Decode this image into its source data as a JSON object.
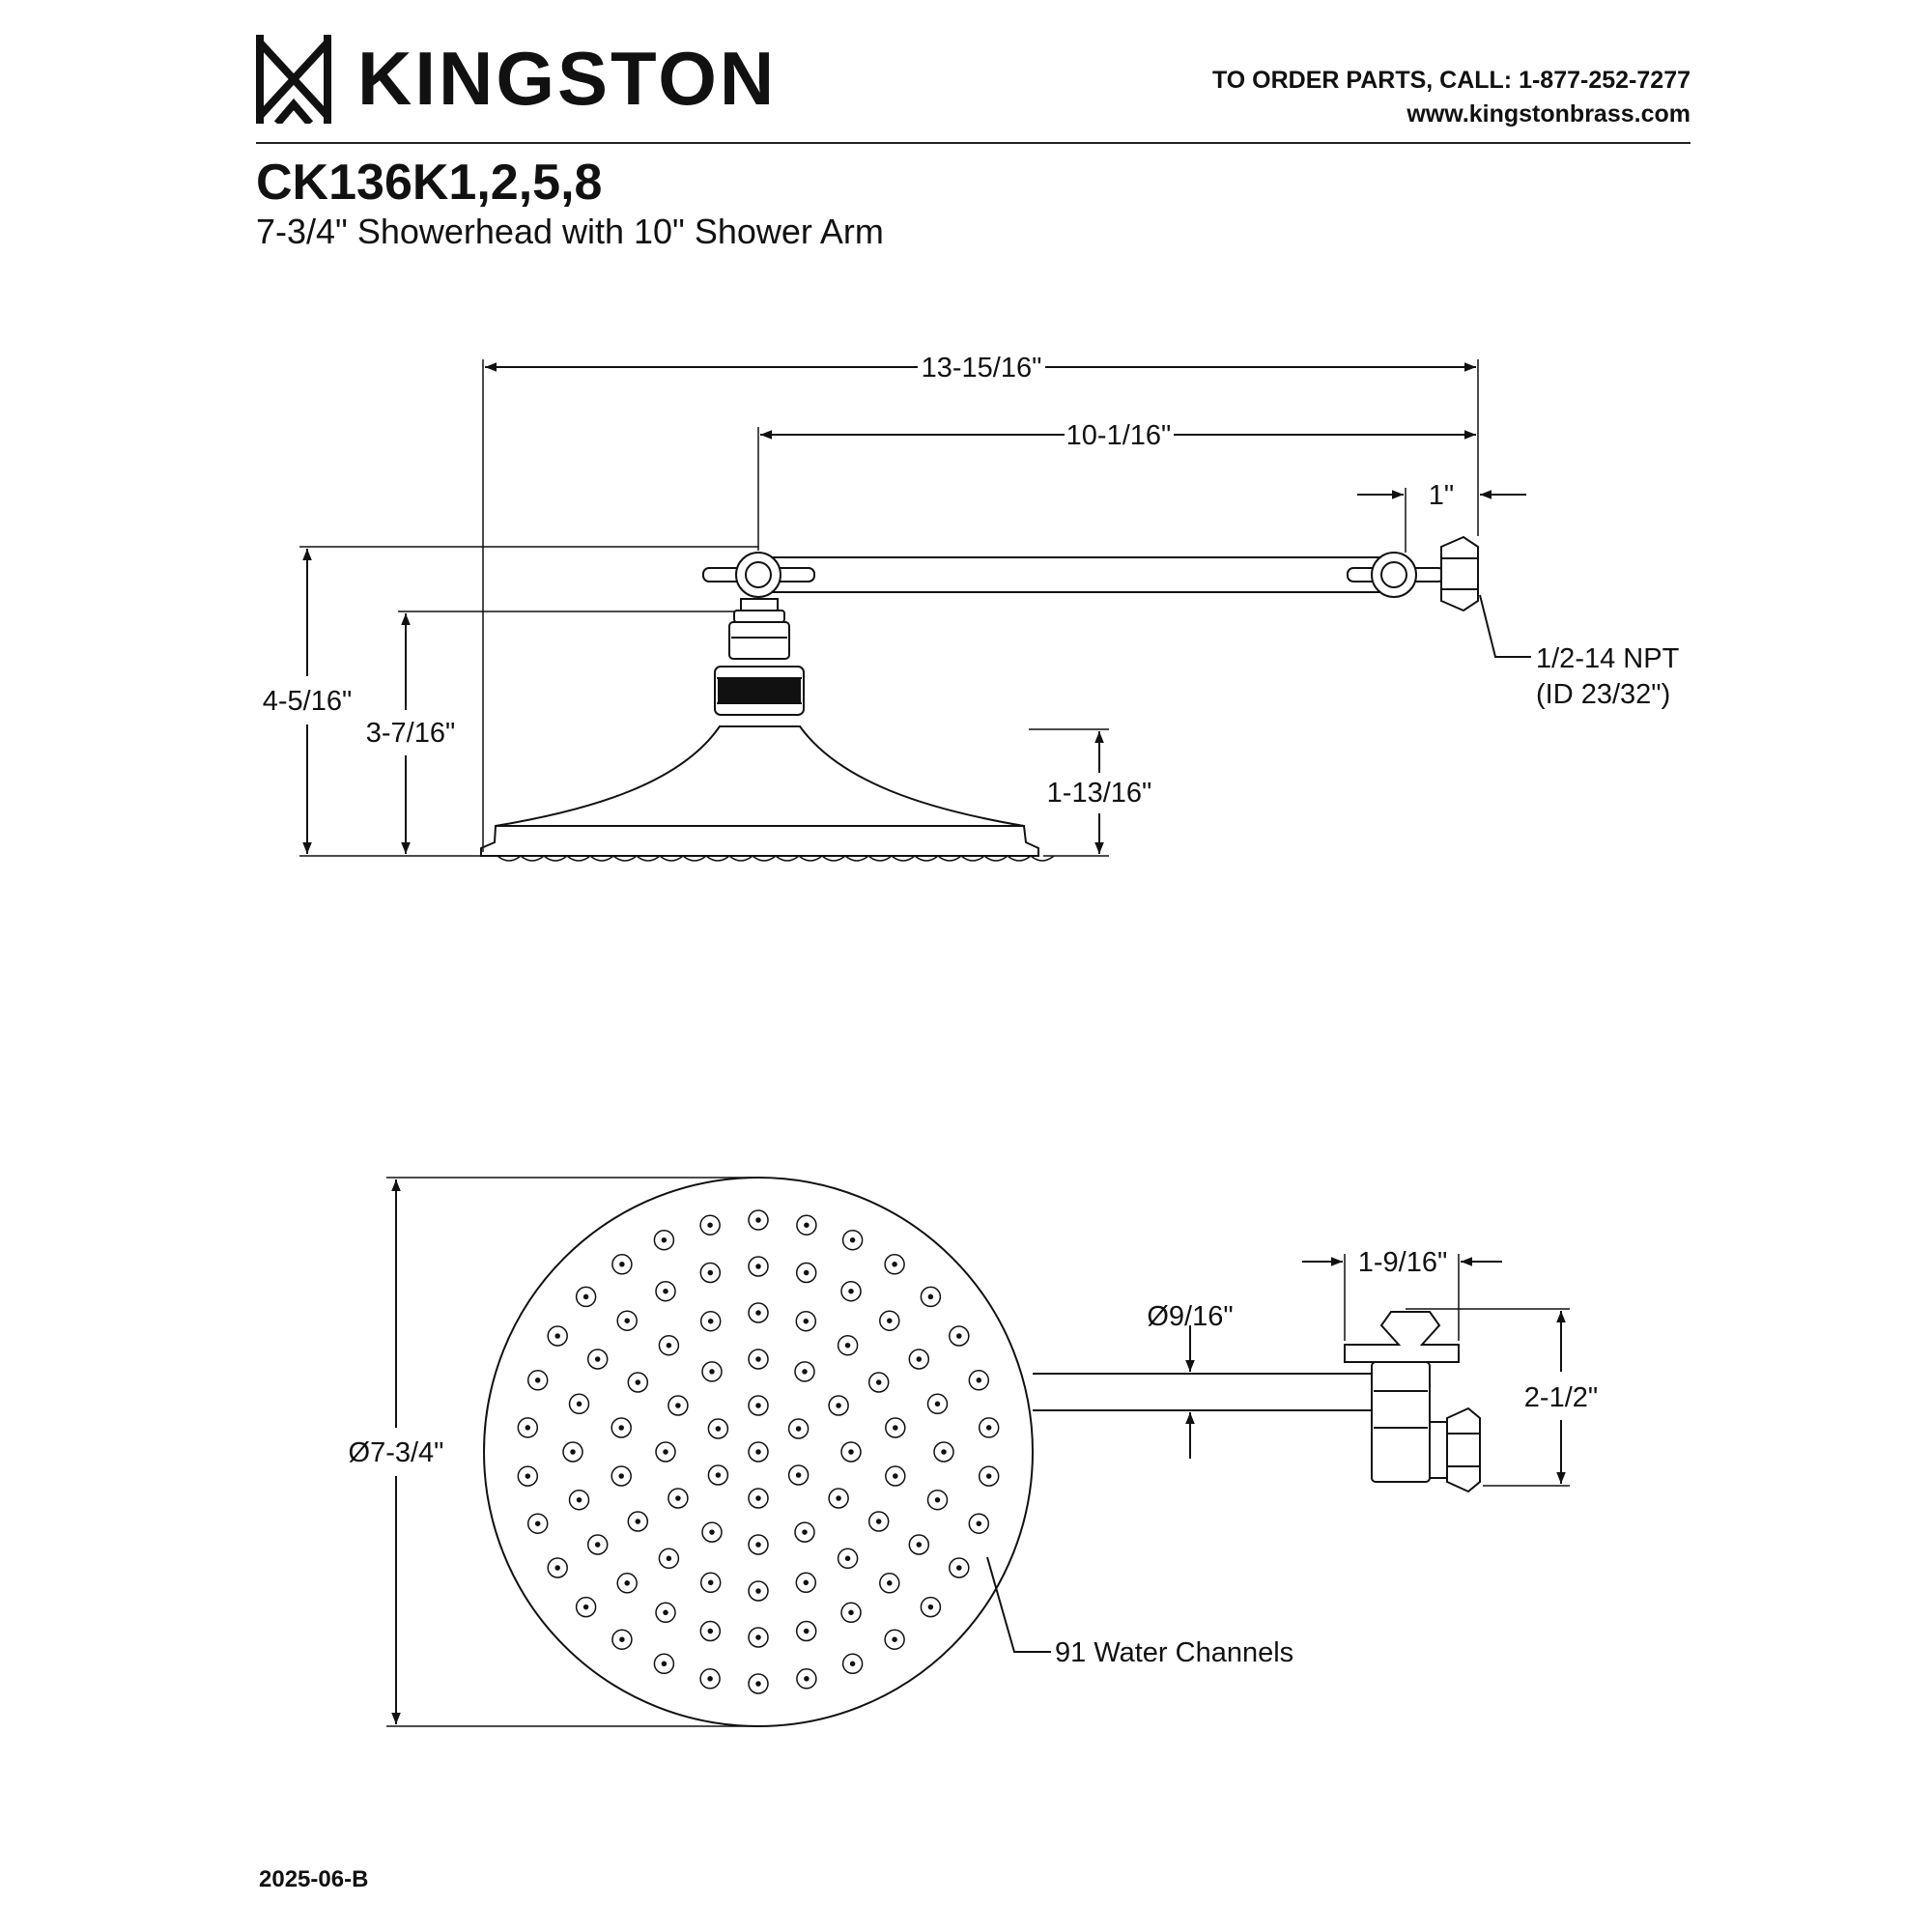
{
  "header": {
    "brand": "KINGSTON",
    "contact_line": "TO ORDER PARTS, CALL: 1-877-252-7277",
    "website": "www.kingstonbrass.com"
  },
  "product": {
    "model": "CK136K1,2,5,8",
    "description": "7-3/4\" Showerhead with 10\" Shower Arm"
  },
  "side_view": {
    "overall_length": "13-15/16\"",
    "arm_length": "10-1/16\"",
    "connector_offset": "1\"",
    "overall_height": "4-5/16\"",
    "head_height": "3-7/16\"",
    "head_depth": "1-13/16\"",
    "thread_spec": "1/2-14 NPT",
    "thread_id": "(ID 23/32\")"
  },
  "top_view": {
    "head_diameter": "Ø7-3/4\"",
    "arm_diameter": "Ø9/16\"",
    "handle_width": "1-9/16\"",
    "elbow_height": "2-1/2\"",
    "channels_label": "91 Water Channels"
  },
  "footer": {
    "revision": "2025-06-B"
  }
}
